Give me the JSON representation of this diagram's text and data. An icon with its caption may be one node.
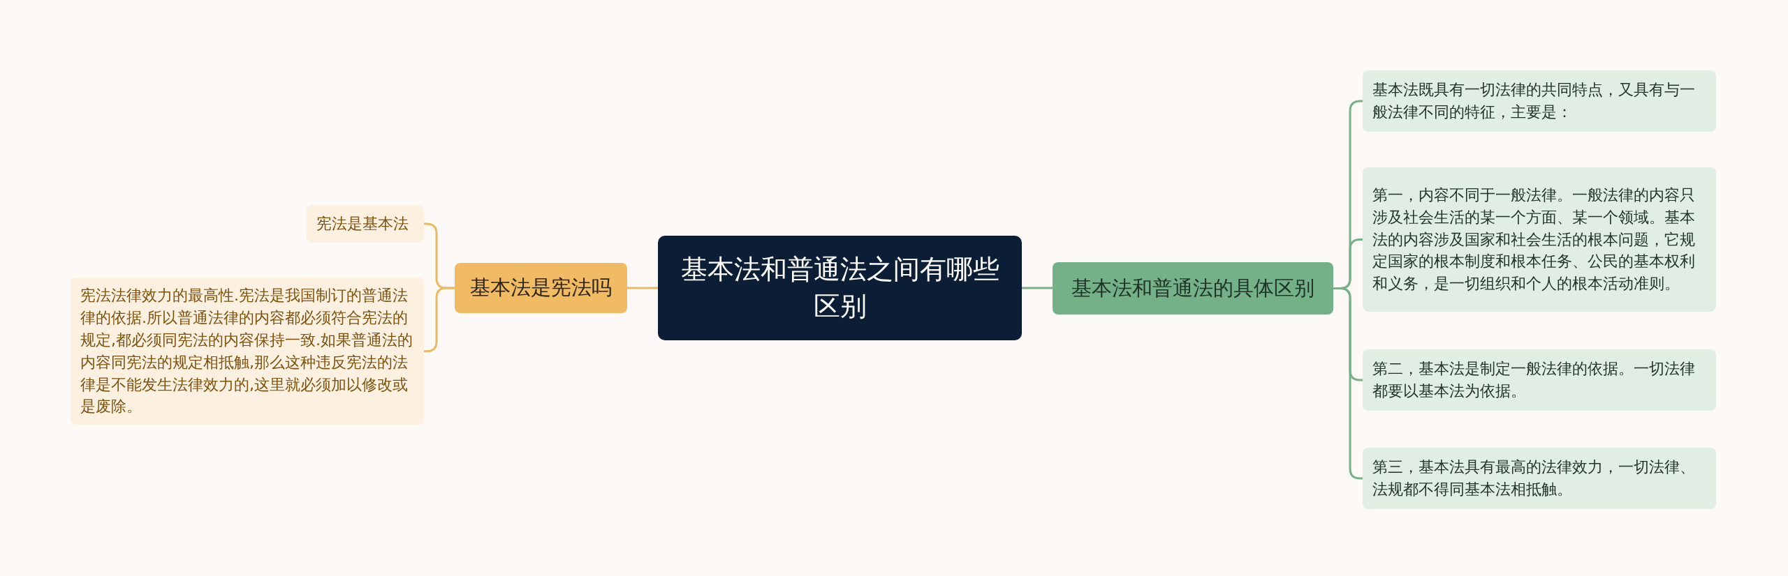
{
  "diagram": {
    "nodes": [
      {
        "text": [
          "基本法和普通法之间有哪些区别"
        ]
      },
      {
        "text": [
          "基本法是宪法吗"
        ]
      },
      {
        "text": [
          "宪法是基本法"
        ]
      },
      {
        "text": [
          "宪法法律效力的最高性.宪法是我国制订的普通法律的依据.所以普通法律的内容都必须符合宪法的规定,都必须同宪法的内容保持一致.如果普通法的内容同宪法的规定相抵触,那么这种违反宪法的法律是不能发生法律效力的,这里就必须加以修改或是废除。"
        ]
      },
      {
        "text": [
          "基本法和普通法的具体区别"
        ]
      },
      {
        "text": [
          "基本法既具有一切法律的共同特点，又具有与一般法律不同的特征，主要是："
        ]
      },
      {
        "text": [
          "第一，内容不同于一般法律。一般法律的内容只涉及社会生活的某一个方面、某一个领域。基本法的内容涉及国家和社会生活的根本问题，它规定国家的根本制度和根本任务、公民的基本权利和义务，是一切组织和个人的根本活动准则。"
        ]
      },
      {
        "text": [
          "第二，基本法是制定一般法律的依据。一切法律都要以基本法为依据。"
        ]
      },
      {
        "text": [
          "第三，基本法具有最高的法律效力，一切法律、法规都不得同基本法相抵触。"
        ]
      }
    ],
    "edges": [
      {
        "from": 0,
        "to": 1,
        "arrow": "none",
        "color": "#ecba64"
      },
      {
        "from": 1,
        "to": 2,
        "arrow": "none",
        "color": "#ecba64"
      },
      {
        "from": 1,
        "to": 3,
        "arrow": "none",
        "color": "#ecba64"
      },
      {
        "from": 0,
        "to": 4,
        "arrow": "none"
      },
      {
        "from": 4,
        "to": 5,
        "arrow": "none"
      },
      {
        "from": 4,
        "to": 6,
        "arrow": "none"
      },
      {
        "from": 4,
        "to": 7,
        "arrow": "none"
      },
      {
        "from": 4,
        "to": 8,
        "arrow": "none"
      }
    ]
  }
}
